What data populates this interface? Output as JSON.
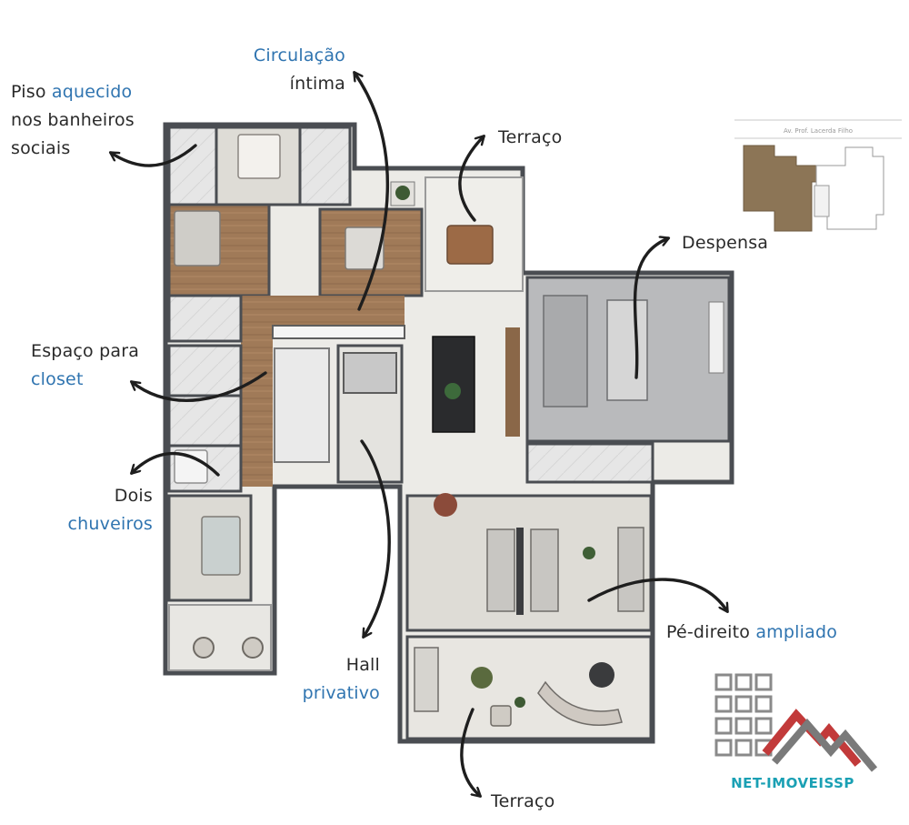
{
  "labels": {
    "piso": {
      "line1_plain": "Piso ",
      "line1_hl": "aquecido",
      "line2": "nos banheiros",
      "line3": "sociais"
    },
    "circulacao": {
      "line1": "Circulação",
      "line2": "íntima"
    },
    "terraco_top": {
      "text": "Terraço"
    },
    "despensa": {
      "text": "Despensa"
    },
    "espaco": {
      "line1": "Espaço para",
      "line2": "closet"
    },
    "dois": {
      "line1": "Dois",
      "line2": "chuveiros"
    },
    "pe_direito": {
      "plain": "Pé-direito ",
      "hl": "ampliado"
    },
    "hall": {
      "line1": "Hall",
      "line2": "privativo"
    },
    "terraco_bottom": {
      "text": "Terraço"
    }
  },
  "watermark": {
    "brand": "NET-IMOVEISSP"
  },
  "minimap": {
    "caption": "Av. Prof. Lacerda Filho"
  },
  "colors": {
    "text": "#2a2a2a",
    "highlight": "#2f74b0",
    "wall": "#4a4d52",
    "wood": "#9a7353",
    "marble": "#e9e8e4",
    "kitchen": "#b7b8ba",
    "brand": "#1aa0b4",
    "minimap_unit": "#8c7556"
  }
}
